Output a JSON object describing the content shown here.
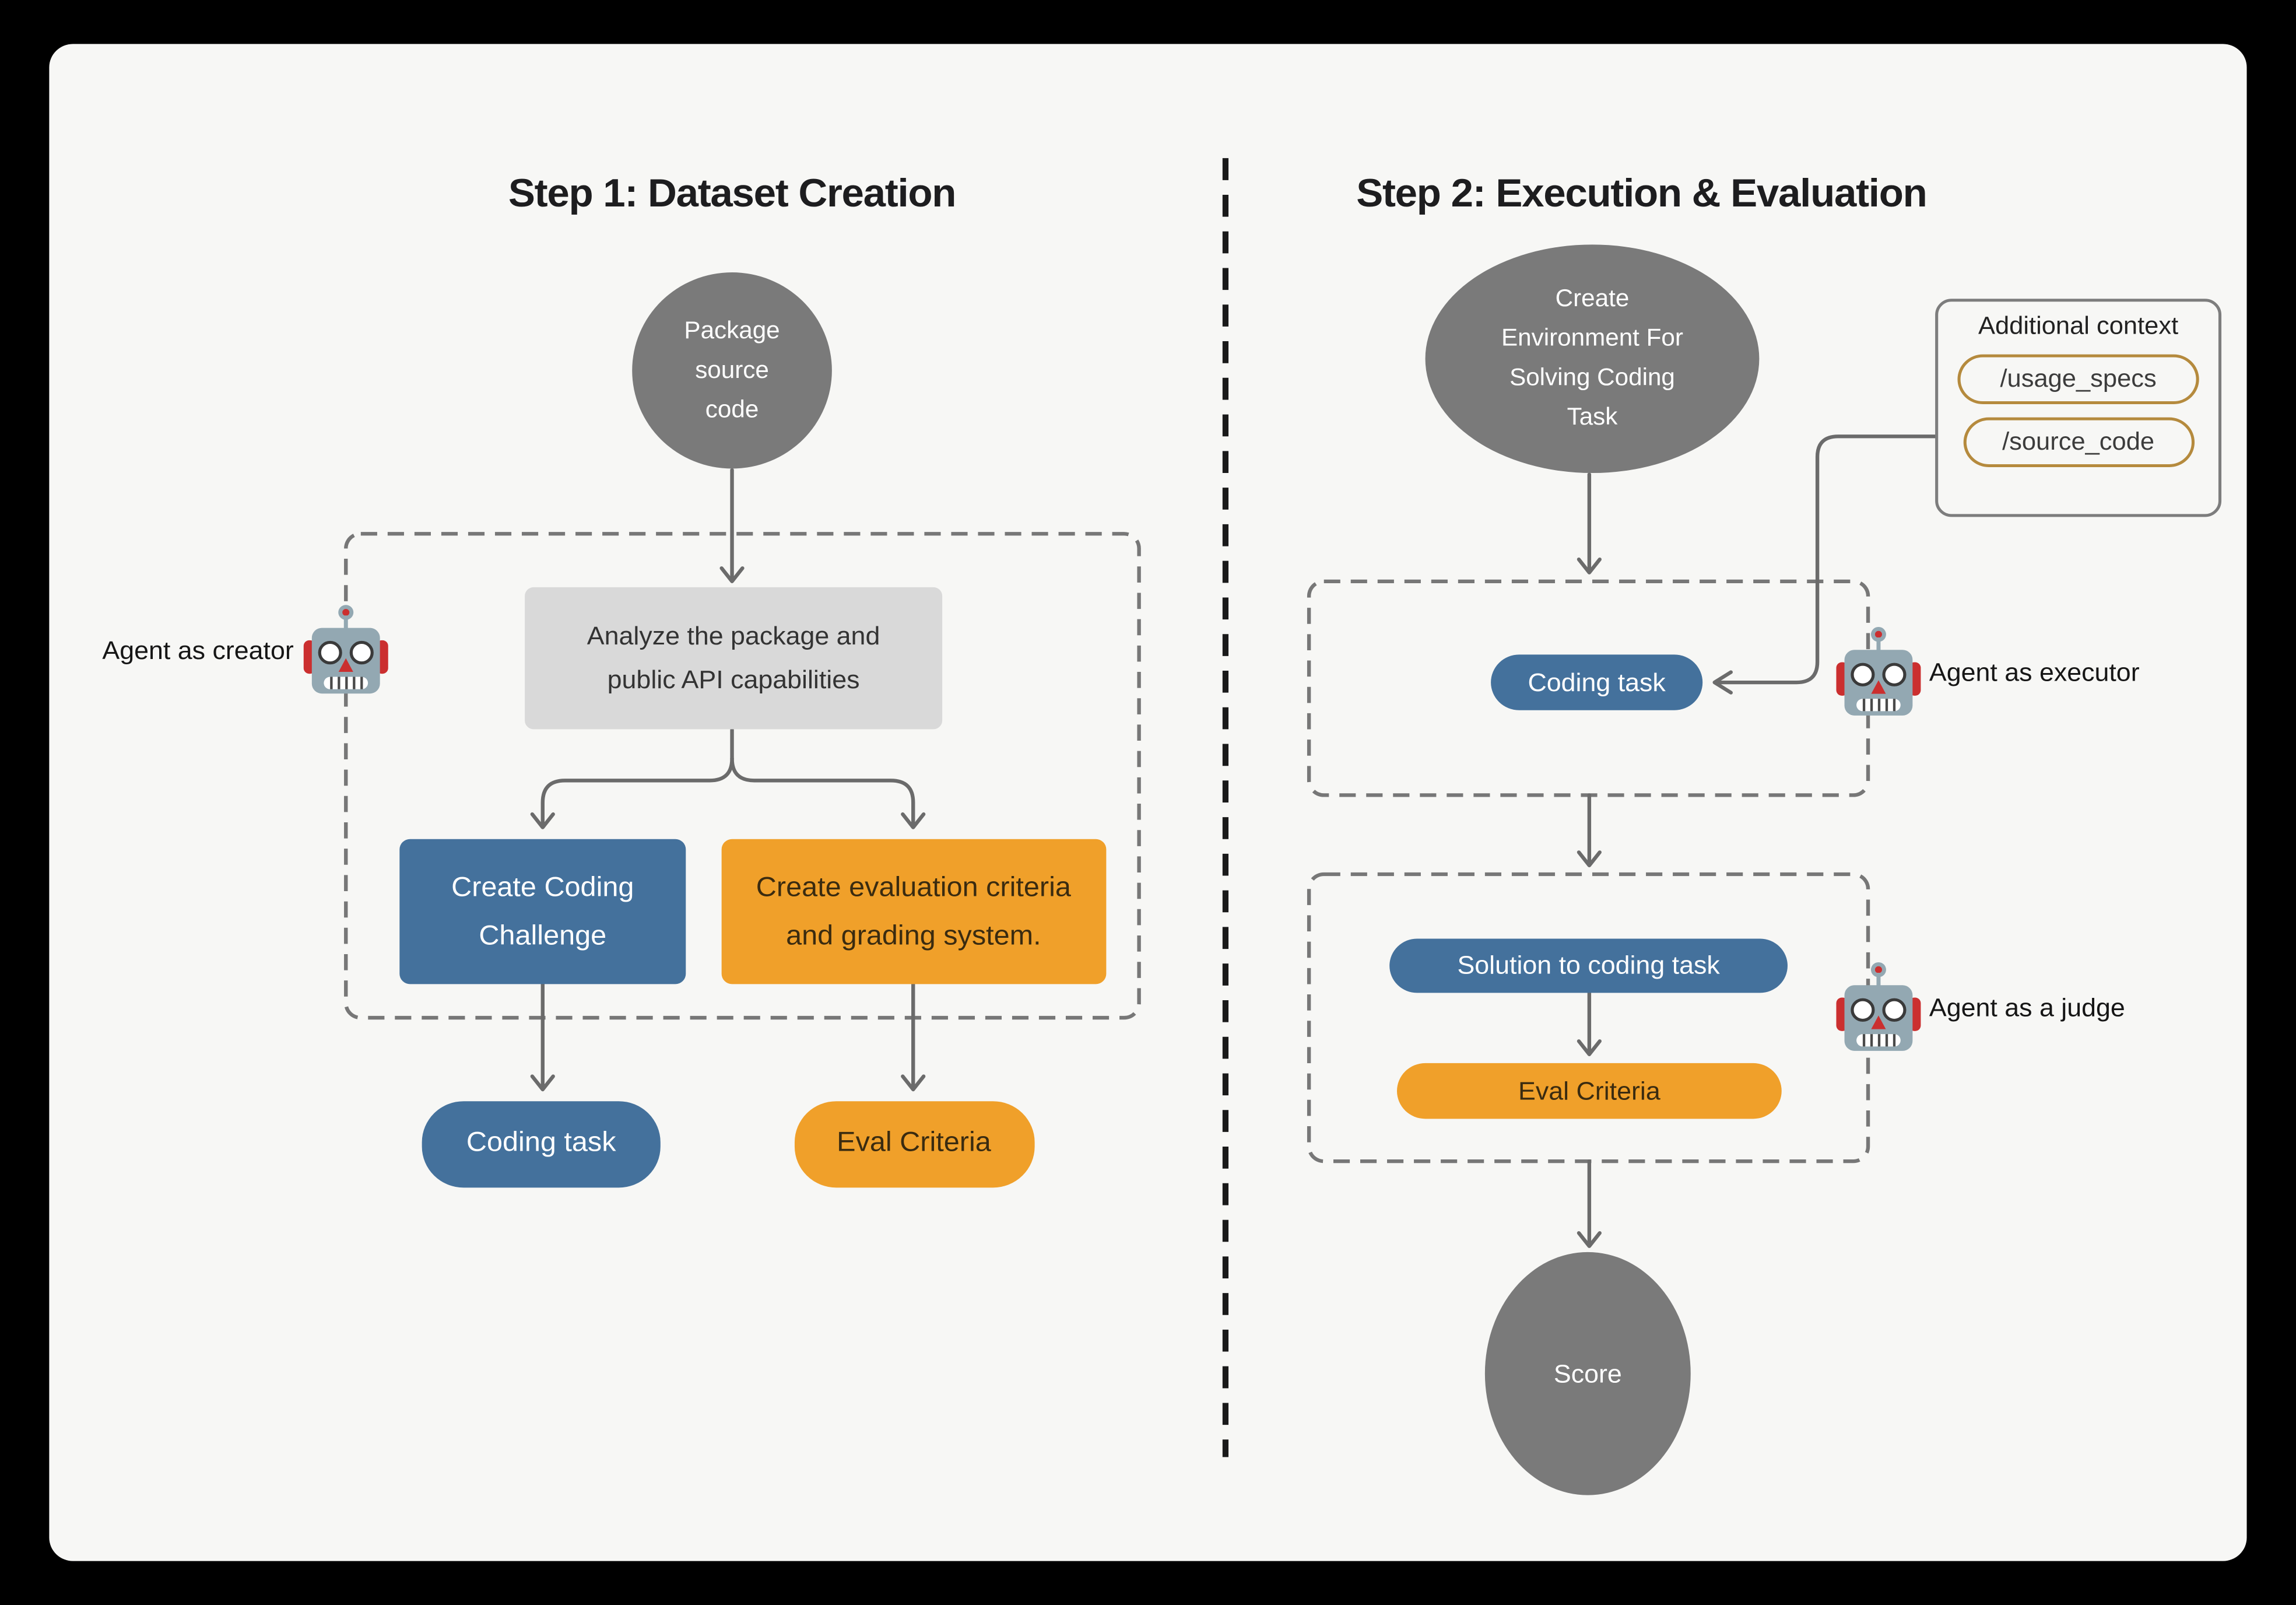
{
  "colors": {
    "page_bg": "#000000",
    "card_bg": "#f7f7f5",
    "node_gray": "#7a7a7a",
    "node_blue": "#44719c",
    "node_orange": "#f0a02a",
    "box_lightgray": "#d9d9d9",
    "gold_outline": "#b58a3d",
    "line_gray": "#6b6b6b",
    "dashed_gray": "#777777",
    "divider_dark": "#1a1a1a",
    "text_dark": "#1d1d1f",
    "text_on_orange": "#3a2b10",
    "robot_head": "#93a8b2",
    "robot_red": "#cb2f2f"
  },
  "step1": {
    "title": "Step 1: Dataset Creation",
    "package_node": {
      "lines": [
        "Package",
        "source",
        "code"
      ]
    },
    "agent_creator_label": "Agent as creator",
    "analyze_box": {
      "lines": [
        "Analyze the package and",
        "public API capabilities"
      ]
    },
    "challenge_box": {
      "lines": [
        "Create Coding",
        "Challenge"
      ]
    },
    "criteria_box": {
      "lines": [
        "Create evaluation criteria",
        "and grading system."
      ]
    },
    "coding_pill": "Coding task",
    "eval_pill": "Eval Criteria"
  },
  "step2": {
    "title": "Step 2: Execution & Evaluation",
    "env_node": {
      "lines": [
        "Create",
        "Environment For",
        "Solving Coding",
        "Task"
      ]
    },
    "context_box": {
      "title": "Additional context",
      "items": [
        "/usage_specs",
        "/source_code"
      ]
    },
    "coding_pill": "Coding task",
    "agent_executor_label": "Agent as executor",
    "solution_pill": "Solution to coding task",
    "eval_pill": "Eval Criteria",
    "agent_judge_label": "Agent as a judge",
    "score_node": "Score"
  }
}
